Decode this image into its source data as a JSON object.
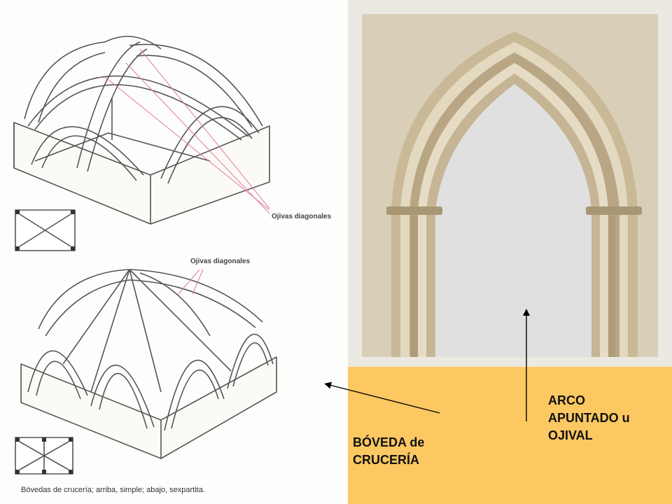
{
  "diagram": {
    "label_ojivas_top": "Ojivas diagonales",
    "label_ojivas_bottom": "Ojivas diagonales",
    "caption": "Bóvedas de crucería; arriba, simple; abajo, sexpartita.",
    "label_boveda_line1": "BÓVEDA de",
    "label_boveda_line2": "CRUCERÍA",
    "label_arco_line1": "ARCO",
    "label_arco_line2": "APUNTADO u",
    "label_arco_line3": "OJIVAL"
  },
  "colors": {
    "background_accent": "#fcc862",
    "sketch_line": "#555555",
    "pink_leader": "#e07aa8",
    "stone": "#d6cbb4",
    "stone_shadow": "#b8a98c",
    "arrow": "#000000"
  }
}
